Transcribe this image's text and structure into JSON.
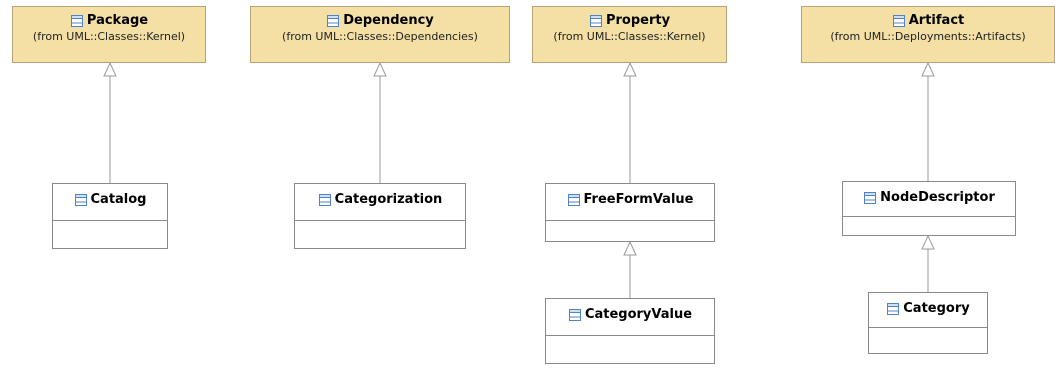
{
  "classes": {
    "package": {
      "name": "Package",
      "from": "(from UML::Classes::Kernel)"
    },
    "dependency": {
      "name": "Dependency",
      "from": "(from UML::Classes::Dependencies)"
    },
    "property": {
      "name": "Property",
      "from": "(from UML::Classes::Kernel)"
    },
    "artifact": {
      "name": "Artifact",
      "from": "(from UML::Deployments::Artifacts)"
    },
    "catalog": {
      "name": "Catalog"
    },
    "categorization": {
      "name": "Categorization"
    },
    "freeformvalue": {
      "name": "FreeFormValue"
    },
    "categoryvalue": {
      "name": "CategoryValue"
    },
    "nodedescriptor": {
      "name": "NodeDescriptor"
    },
    "category": {
      "name": "Category"
    }
  },
  "generalizations": [
    {
      "child": "Catalog",
      "parent": "Package"
    },
    {
      "child": "Categorization",
      "parent": "Dependency"
    },
    {
      "child": "FreeFormValue",
      "parent": "Property"
    },
    {
      "child": "CategoryValue",
      "parent": "FreeFormValue"
    },
    {
      "child": "NodeDescriptor",
      "parent": "Artifact"
    },
    {
      "child": "Category",
      "parent": "NodeDescriptor"
    }
  ],
  "colors": {
    "external_fill": "#f4dfa4",
    "external_border": "#b9a27a",
    "class_border": "#8a8a8a",
    "line": "#9a9a9a",
    "icon": "#4f82c8"
  },
  "icon": "class-icon"
}
